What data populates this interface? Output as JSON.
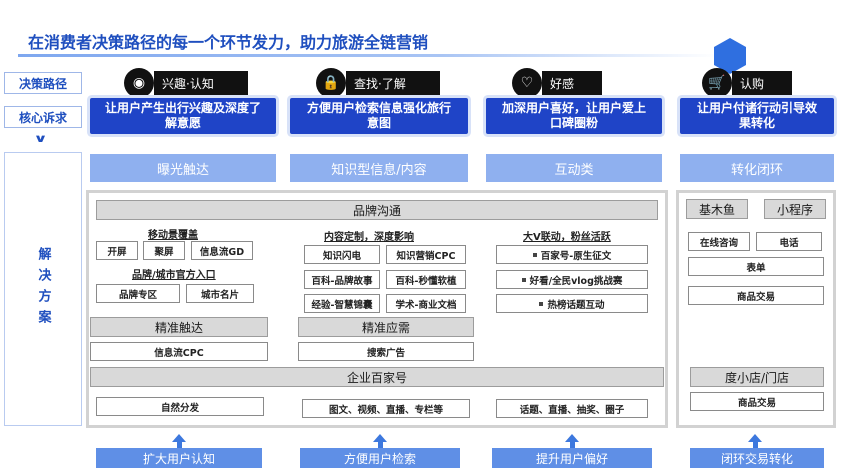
{
  "title": "在消费者决策路径的每一个环节发力，助力旅游全链营销",
  "left_labels": {
    "decision_path": "决策路径",
    "core_demand": "核心诉求",
    "solution": "解决方案"
  },
  "stages": [
    {
      "icon": "eye-icon",
      "icon_glyph": "◉",
      "label": "兴趣·认知",
      "need": "让用户产生出行兴趣及深度了解意愿",
      "category": "曝光触达",
      "bottom": "扩大用户认知"
    },
    {
      "icon": "lock-icon",
      "icon_glyph": "🔒",
      "label": "查找·了解",
      "need": "方便用户检索信息强化旅行意图",
      "category": "知识型信息/内容",
      "bottom": "方便用户检索"
    },
    {
      "icon": "heart-icon",
      "icon_glyph": "♡",
      "label": "好感",
      "need": "加深用户喜好，让用户爱上口碑圈粉",
      "category": "互动类",
      "bottom": "提升用户偏好"
    },
    {
      "icon": "cart-icon",
      "icon_glyph": "🛒",
      "label": "认购",
      "need": "让用户付诸行动引导效果转化",
      "category": "转化闭环",
      "bottom": "闭环交易转化"
    }
  ],
  "panel": {
    "brand_bar": "品牌沟通",
    "col1": {
      "group1_title": "移动景覆盖",
      "group1_tags": [
        "开屏",
        "聚屏",
        "信息流GD"
      ],
      "group2_title": "品牌/城市官方入口",
      "group2_tags": [
        "品牌专区",
        "城市名片"
      ]
    },
    "col2": {
      "title": "内容定制，深度影响",
      "tags": [
        "知识闪电",
        "知识营销CPC",
        "百科-品牌故事",
        "百科-秒懂软植",
        "经验-智慧锦囊",
        "学术-商业文档"
      ]
    },
    "col3": {
      "title": "大V联动，粉丝活跃",
      "tags": [
        "百家号-原生征文",
        "好看/全民vlog挑战赛",
        "热榜话题互动"
      ]
    },
    "precise_reach_bar": "精准触达",
    "precise_reach_tag": "信息流CPC",
    "precise_demand_bar": "精准应需",
    "precise_demand_tag": "搜索广告",
    "enterprise_bar": "企业百家号",
    "enterprise_tags": [
      "自然分发",
      "图文、视频、直播、专栏等",
      "话题、直播、抽奖、圈子"
    ]
  },
  "conversion_panel": {
    "top_tags": [
      "基木鱼",
      "小程序"
    ],
    "row_tags": [
      "在线咨询",
      "电话"
    ],
    "form_tag": "表单",
    "goods_tag": "商品交易",
    "store_bar": "度小店/门店",
    "store_goods_tag": "商品交易"
  },
  "colors": {
    "title_blue": "#1f4fbf",
    "need_blue": "#1f44c7",
    "pill_blue": "#8fb0ef",
    "bottom_blue": "#5f8fe6"
  }
}
